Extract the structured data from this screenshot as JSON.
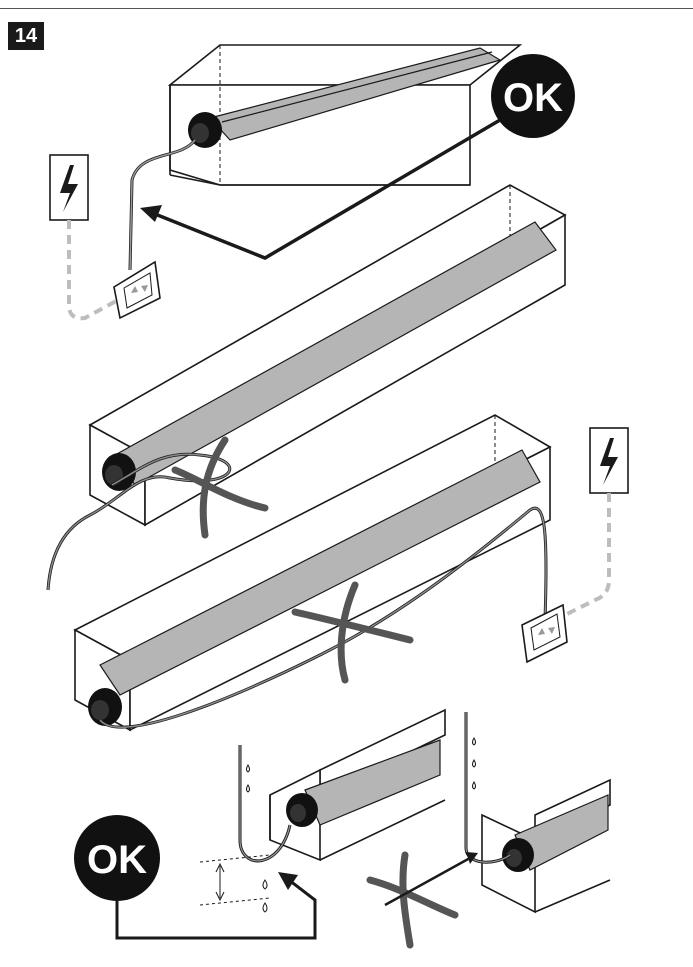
{
  "step_number": "14",
  "badges": {
    "ok_top": "OK",
    "ok_bottom": "OK"
  },
  "colors": {
    "ink": "#1a1a1a",
    "tube_gray": "#b5b5b5",
    "cable_gray": "#8a8a8a",
    "dashed_wire": "#bdbdbd",
    "badge_bg": "#111111"
  },
  "icons": [
    "power-warning-icon",
    "switch-icon",
    "cross-mark-icon",
    "water-drop-icon",
    "arrow-icon"
  ]
}
